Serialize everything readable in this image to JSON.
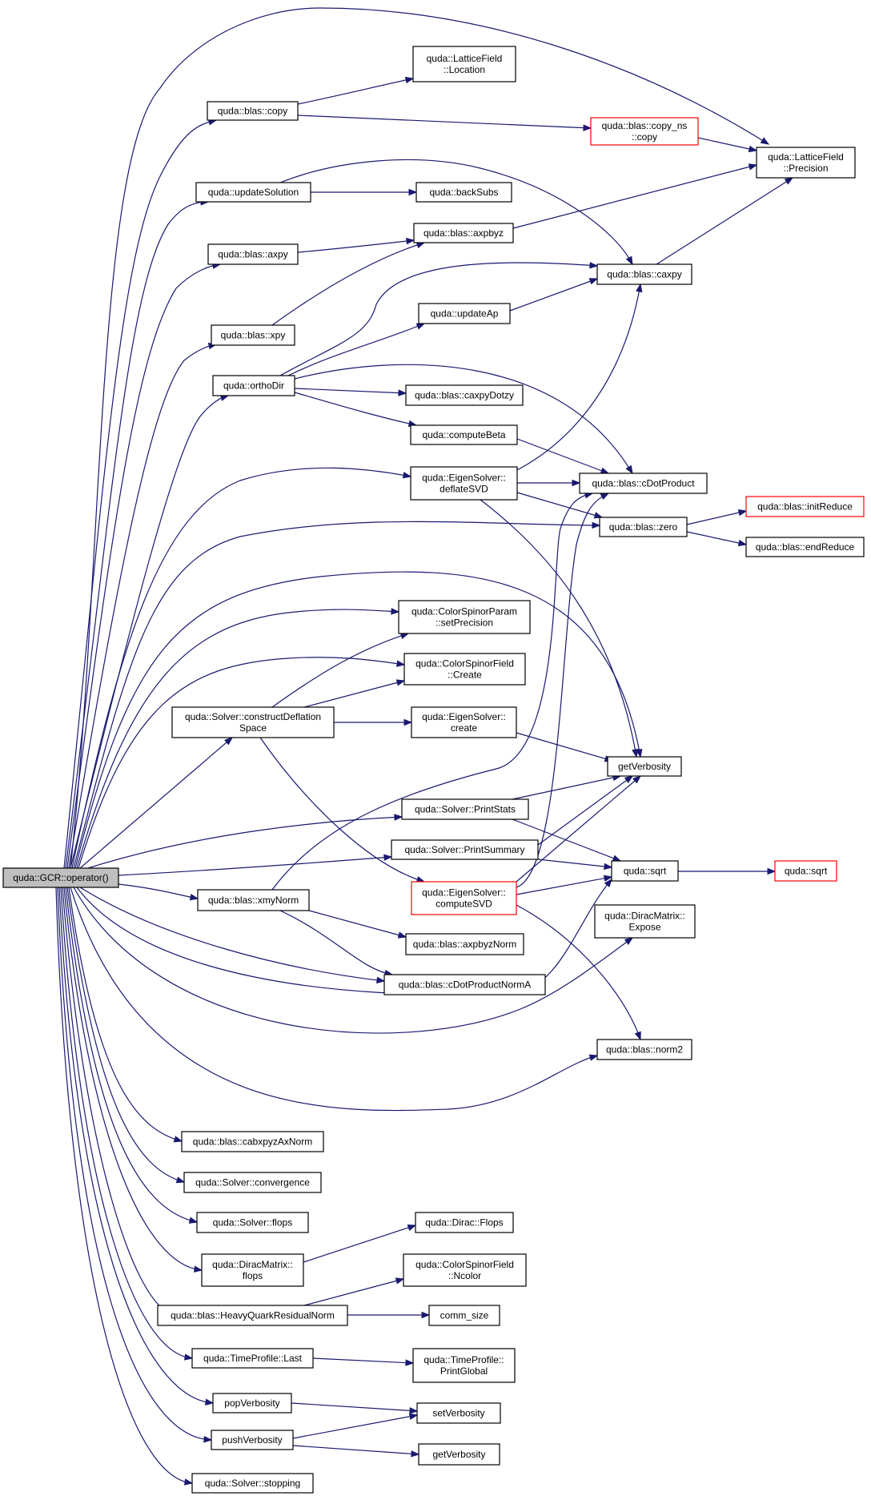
{
  "nodes": {
    "root": [
      "quda::GCR::operator()"
    ],
    "lf_location": [
      "quda::LatticeField",
      "::Location"
    ],
    "blas_copy": [
      "quda::blas::copy"
    ],
    "copy_ns": [
      "quda::blas::copy_ns",
      "::copy"
    ],
    "lf_precision": [
      "quda::LatticeField",
      "::Precision"
    ],
    "update_solution": [
      "quda::updateSolution"
    ],
    "back_subs": [
      "quda::backSubs"
    ],
    "blas_axpy": [
      "quda::blas::axpy"
    ],
    "axpbyz": [
      "quda::blas::axpbyz"
    ],
    "caxpy": [
      "quda::blas::caxpy"
    ],
    "update_ap": [
      "quda::updateAp"
    ],
    "blas_xpy": [
      "quda::blas::xpy"
    ],
    "ortho_dir": [
      "quda::orthoDir"
    ],
    "caxpy_dotzy": [
      "quda::blas::caxpyDotzy"
    ],
    "compute_beta": [
      "quda::computeBeta"
    ],
    "deflate_svd": [
      "quda::EigenSolver::",
      "deflateSVD"
    ],
    "cdot_product": [
      "quda::blas::cDotProduct"
    ],
    "init_reduce": [
      "quda::blas::initReduce"
    ],
    "blas_zero": [
      "quda::blas::zero"
    ],
    "end_reduce": [
      "quda::blas::endReduce"
    ],
    "csp_set_precision": [
      "quda::ColorSpinorParam",
      "::setPrecision"
    ],
    "csf_create": [
      "quda::ColorSpinorField",
      "::Create"
    ],
    "construct_deflation": [
      "quda::Solver::constructDeflation",
      "Space"
    ],
    "eigen_create": [
      "quda::EigenSolver::",
      "create"
    ],
    "get_verbosity_1": [
      "getVerbosity"
    ],
    "print_stats": [
      "quda::Solver::PrintStats"
    ],
    "print_summary": [
      "quda::Solver::PrintSummary"
    ],
    "quda_sqrt_1": [
      "quda::sqrt"
    ],
    "quda_sqrt_2": [
      "quda::sqrt"
    ],
    "xmy_norm": [
      "quda::blas::xmyNorm"
    ],
    "compute_svd": [
      "quda::EigenSolver::",
      "computeSVD"
    ],
    "dirac_expose": [
      "quda::DiracMatrix::",
      "Expose"
    ],
    "axpbyz_norm": [
      "quda::blas::axpbyzNorm"
    ],
    "cdot_product_norm_a": [
      "quda::blas::cDotProductNormA"
    ],
    "norm2": [
      "quda::blas::norm2"
    ],
    "cabxpyz_ax_norm": [
      "quda::blas::cabxpyzAxNorm"
    ],
    "solver_convergence": [
      "quda::Solver::convergence"
    ],
    "solver_flops": [
      "quda::Solver::flops"
    ],
    "dirac_flops": [
      "quda::Dirac::Flops"
    ],
    "dirac_matrix_flops": [
      "quda::DiracMatrix::",
      "flops"
    ],
    "csf_ncolor": [
      "quda::ColorSpinorField",
      "::Ncolor"
    ],
    "hq_residual_norm": [
      "quda::blas::HeavyQuarkResidualNorm"
    ],
    "comm_size": [
      "comm_size"
    ],
    "time_profile_last": [
      "quda::TimeProfile::Last"
    ],
    "print_global": [
      "quda::TimeProfile::",
      "PrintGlobal"
    ],
    "pop_verbosity": [
      "popVerbosity"
    ],
    "set_verbosity": [
      "setVerbosity"
    ],
    "push_verbosity": [
      "pushVerbosity"
    ],
    "get_verbosity_2": [
      "getVerbosity"
    ],
    "solver_stopping": [
      "quda::Solver::stopping"
    ]
  },
  "edges": [
    [
      "root",
      "blas_copy"
    ],
    [
      "root",
      "lf_precision"
    ],
    [
      "root",
      "update_solution"
    ],
    [
      "root",
      "blas_axpy"
    ],
    [
      "root",
      "blas_xpy"
    ],
    [
      "root",
      "ortho_dir"
    ],
    [
      "root",
      "deflate_svd"
    ],
    [
      "root",
      "blas_zero"
    ],
    [
      "root",
      "get_verbosity_1"
    ],
    [
      "root",
      "csp_set_precision"
    ],
    [
      "root",
      "csf_create"
    ],
    [
      "root",
      "construct_deflation"
    ],
    [
      "root",
      "print_stats"
    ],
    [
      "root",
      "print_summary"
    ],
    [
      "root",
      "xmy_norm"
    ],
    [
      "root",
      "cdot_product_norm_a"
    ],
    [
      "root",
      "quda_sqrt_1"
    ],
    [
      "root",
      "dirac_expose"
    ],
    [
      "root",
      "norm2"
    ],
    [
      "root",
      "cabxpyz_ax_norm"
    ],
    [
      "root",
      "solver_convergence"
    ],
    [
      "root",
      "solver_flops"
    ],
    [
      "root",
      "dirac_matrix_flops"
    ],
    [
      "root",
      "hq_residual_norm"
    ],
    [
      "root",
      "time_profile_last"
    ],
    [
      "root",
      "pop_verbosity"
    ],
    [
      "root",
      "push_verbosity"
    ],
    [
      "root",
      "solver_stopping"
    ],
    [
      "blas_copy",
      "lf_location"
    ],
    [
      "blas_copy",
      "copy_ns"
    ],
    [
      "copy_ns",
      "lf_precision"
    ],
    [
      "update_solution",
      "back_subs"
    ],
    [
      "update_solution",
      "caxpy"
    ],
    [
      "blas_axpy",
      "axpbyz"
    ],
    [
      "axpbyz",
      "lf_precision"
    ],
    [
      "caxpy",
      "lf_precision"
    ],
    [
      "blas_xpy",
      "axpbyz"
    ],
    [
      "ortho_dir",
      "update_ap"
    ],
    [
      "ortho_dir",
      "caxpy"
    ],
    [
      "ortho_dir",
      "cdot_product"
    ],
    [
      "ortho_dir",
      "caxpy_dotzy"
    ],
    [
      "ortho_dir",
      "compute_beta"
    ],
    [
      "update_ap",
      "caxpy"
    ],
    [
      "compute_beta",
      "cdot_product"
    ],
    [
      "deflate_svd",
      "caxpy"
    ],
    [
      "deflate_svd",
      "cdot_product"
    ],
    [
      "deflate_svd",
      "blas_zero"
    ],
    [
      "deflate_svd",
      "get_verbosity_1"
    ],
    [
      "blas_zero",
      "init_reduce"
    ],
    [
      "blas_zero",
      "end_reduce"
    ],
    [
      "construct_deflation",
      "csp_set_precision"
    ],
    [
      "construct_deflation",
      "csf_create"
    ],
    [
      "construct_deflation",
      "eigen_create"
    ],
    [
      "construct_deflation",
      "compute_svd"
    ],
    [
      "eigen_create",
      "get_verbosity_1"
    ],
    [
      "print_stats",
      "get_verbosity_1"
    ],
    [
      "print_stats",
      "quda_sqrt_1"
    ],
    [
      "print_summary",
      "get_verbosity_1"
    ],
    [
      "print_summary",
      "quda_sqrt_1"
    ],
    [
      "quda_sqrt_1",
      "quda_sqrt_2"
    ],
    [
      "xmy_norm",
      "cdot_product"
    ],
    [
      "xmy_norm",
      "axpbyz_norm"
    ],
    [
      "xmy_norm",
      "cdot_product_norm_a"
    ],
    [
      "compute_svd",
      "cdot_product"
    ],
    [
      "compute_svd",
      "get_verbosity_1"
    ],
    [
      "compute_svd",
      "quda_sqrt_1"
    ],
    [
      "compute_svd",
      "norm2"
    ],
    [
      "dirac_matrix_flops",
      "dirac_flops"
    ],
    [
      "hq_residual_norm",
      "csf_ncolor"
    ],
    [
      "hq_residual_norm",
      "comm_size"
    ],
    [
      "time_profile_last",
      "print_global"
    ],
    [
      "pop_verbosity",
      "set_verbosity"
    ],
    [
      "push_verbosity",
      "set_verbosity"
    ],
    [
      "push_verbosity",
      "get_verbosity_2"
    ]
  ],
  "colors": {
    "edge": "#191970",
    "root_fill": "#bfbfbf",
    "node_border": "#000000",
    "truncated_border": "#ff0000"
  },
  "truncated_nodes": [
    "copy_ns",
    "init_reduce",
    "compute_svd",
    "quda_sqrt_2"
  ]
}
